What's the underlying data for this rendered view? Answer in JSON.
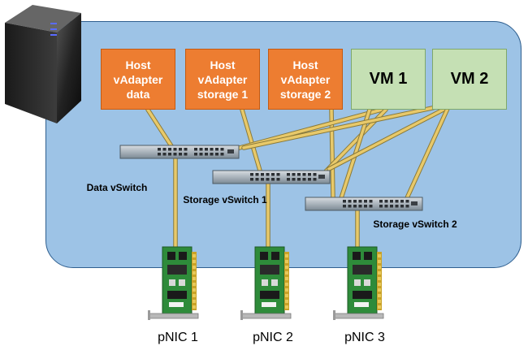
{
  "host_adapters": [
    {
      "label": "Host vAdapter data"
    },
    {
      "label": "Host vAdapter storage 1"
    },
    {
      "label": "Host vAdapter storage 2"
    }
  ],
  "vms": [
    {
      "label": "VM 1"
    },
    {
      "label": "VM 2"
    }
  ],
  "switches": [
    {
      "label": "Data vSwitch"
    },
    {
      "label": "Storage vSwitch 1"
    },
    {
      "label": "Storage vSwitch 2"
    }
  ],
  "nics": [
    {
      "label": "pNIC 1"
    },
    {
      "label": "pNIC 2"
    },
    {
      "label": "pNIC 3"
    }
  ],
  "colors": {
    "panel": "#9dc3e6",
    "host_adapter": "#ed7d31",
    "vm": "#c5e0b4",
    "cable": "#e8c96a",
    "nic_board": "#2e8b3a"
  }
}
